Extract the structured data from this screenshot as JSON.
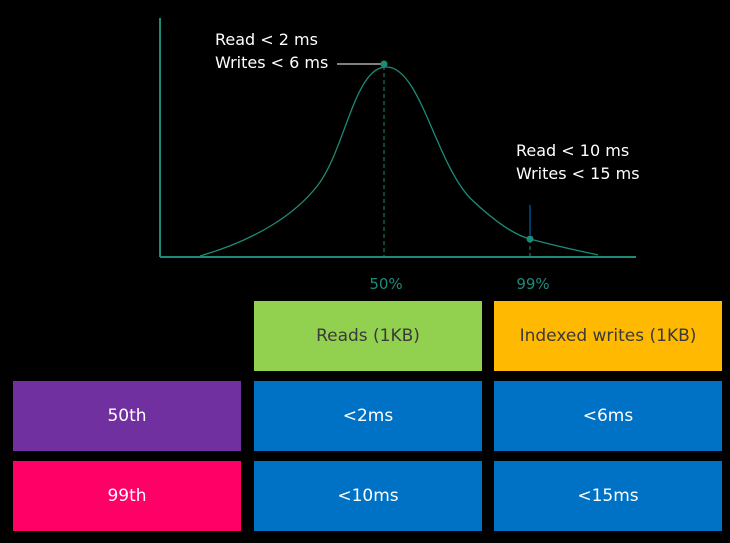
{
  "colors": {
    "background": "#000000",
    "curve": "#1e8a78",
    "reads_header": "#92d050",
    "writes_header": "#ffb900",
    "row_50th": "#7030a0",
    "row_99th": "#ff0066",
    "value_cell": "#0072c6"
  },
  "annotations": {
    "p50": {
      "line1": "Read < 2 ms",
      "line2": "Writes < 6 ms"
    },
    "p99": {
      "line1": "Read < 10 ms",
      "line2": "Writes < 15 ms"
    }
  },
  "percentiles": {
    "p50": "50%",
    "p99": "99%"
  },
  "table": {
    "columns": [
      "Reads (1KB)",
      "Indexed writes (1KB)"
    ],
    "rows": [
      {
        "label": "50th",
        "reads": "<2ms",
        "writes": "<6ms"
      },
      {
        "label": "99th",
        "reads": "<10ms",
        "writes": "<15ms"
      }
    ]
  }
}
